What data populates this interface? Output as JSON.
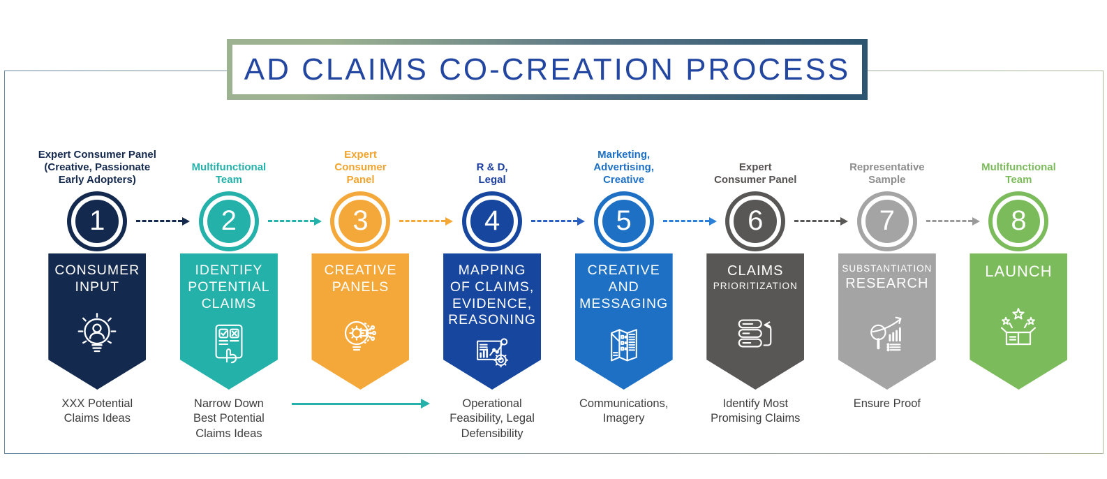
{
  "title": "AD CLAIMS CO-CREATION PROCESS",
  "theme": {
    "background": "#ffffff",
    "title_color": "#2346a0",
    "title_border_from": "#9db291",
    "title_border_to": "#2e5570",
    "frame_border_from": "#6b87a0",
    "frame_border_to": "#a9b79a",
    "description_color": "#3d3d3d"
  },
  "steps": [
    {
      "number": "1",
      "team_label": "Expert Consumer Panel\n(Creative, Passionate\nEarly Adopters)",
      "label_color": "#14294e",
      "color": "#14294e",
      "banner": "CONSUMER\nINPUT",
      "icon": "person-in-lightbulb-icon",
      "description": "XXX Potential\nClaims Ideas"
    },
    {
      "number": "2",
      "team_label": "Multifunctional\nTeam",
      "label_color": "#23b1a9",
      "color": "#23b1a9",
      "banner": "IDENTIFY\nPOTENTIAL\nCLAIMS",
      "icon": "checklist-hand-icon",
      "description": "Narrow Down\nBest Potential\nClaims Ideas"
    },
    {
      "number": "3",
      "team_label": "Expert\nConsumer\nPanel",
      "label_color": "#f0a42e",
      "color": "#f5a83a",
      "banner": "CREATIVE\nPANELS",
      "icon": "idea-gear-circuit-icon",
      "description": ""
    },
    {
      "number": "4",
      "team_label": "R & D,\nLegal",
      "label_color": "#1c3f9f",
      "color": "#17469e",
      "banner": "MAPPING\nOF CLAIMS,\nEVIDENCE,\nREASONING",
      "icon": "analytics-chart-gear-icon",
      "description": "Operational\nFeasibility, Legal\nDefensibility"
    },
    {
      "number": "5",
      "team_label": "Marketing,\nAdvertising,\nCreative",
      "label_color": "#1d70c4",
      "color": "#1d70c4",
      "banner": "CREATIVE\nAND\nMESSAGING",
      "icon": "brochure-icon",
      "description": "Communications,\nImagery"
    },
    {
      "number": "6",
      "team_label": "Expert\nConsumer Panel",
      "label_color": "#555151",
      "color": "#595656",
      "banner_line1": "CLAIMS",
      "banner_line2": "PRIORITIZATION",
      "icon": "priority-list-icon",
      "description": "Identify Most\nPromising Claims"
    },
    {
      "number": "7",
      "team_label": "Representative\nSample",
      "label_color": "#8f8e8e",
      "color": "#a5a4a4",
      "banner_line1": "SUBSTANTIATION",
      "banner_line2": "RESEARCH",
      "icon": "magnifier-bar-chart-icon",
      "description": "Ensure Proof"
    },
    {
      "number": "8",
      "team_label": "Multifunctional\nTeam",
      "label_color": "#7cbb5b",
      "color": "#7cbb5b",
      "banner": "LAUNCH",
      "icon": "launch-box-stars-icon",
      "description": ""
    }
  ],
  "connectors": [
    {
      "from": "1",
      "to": "2",
      "style": "dashed",
      "color": "#14294e"
    },
    {
      "from": "2",
      "to": "3",
      "style": "dashed",
      "color": "#23b1a9"
    },
    {
      "from": "3",
      "to": "4",
      "style": "dashed",
      "color": "#f5a83a"
    },
    {
      "from": "4",
      "to": "5",
      "style": "dashed",
      "color": "#2a5fc2"
    },
    {
      "from": "5",
      "to": "6",
      "style": "dashed",
      "color": "#2a80d8"
    },
    {
      "from": "6",
      "to": "7",
      "style": "dashed",
      "color": "#595656"
    },
    {
      "from": "7",
      "to": "8",
      "style": "dashed",
      "color": "#9b9a9a"
    }
  ],
  "flow_arrow": {
    "from": "2",
    "to": "4",
    "style": "solid",
    "color": "#23b1a9"
  }
}
